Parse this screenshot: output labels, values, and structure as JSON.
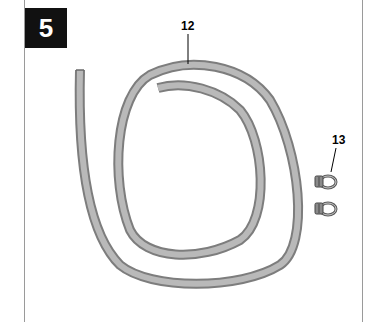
{
  "diagram": {
    "nodes": [
      {
        "text": [
          "5"
        ]
      }
    ],
    "labels": [
      "12",
      "13"
    ]
  }
}
